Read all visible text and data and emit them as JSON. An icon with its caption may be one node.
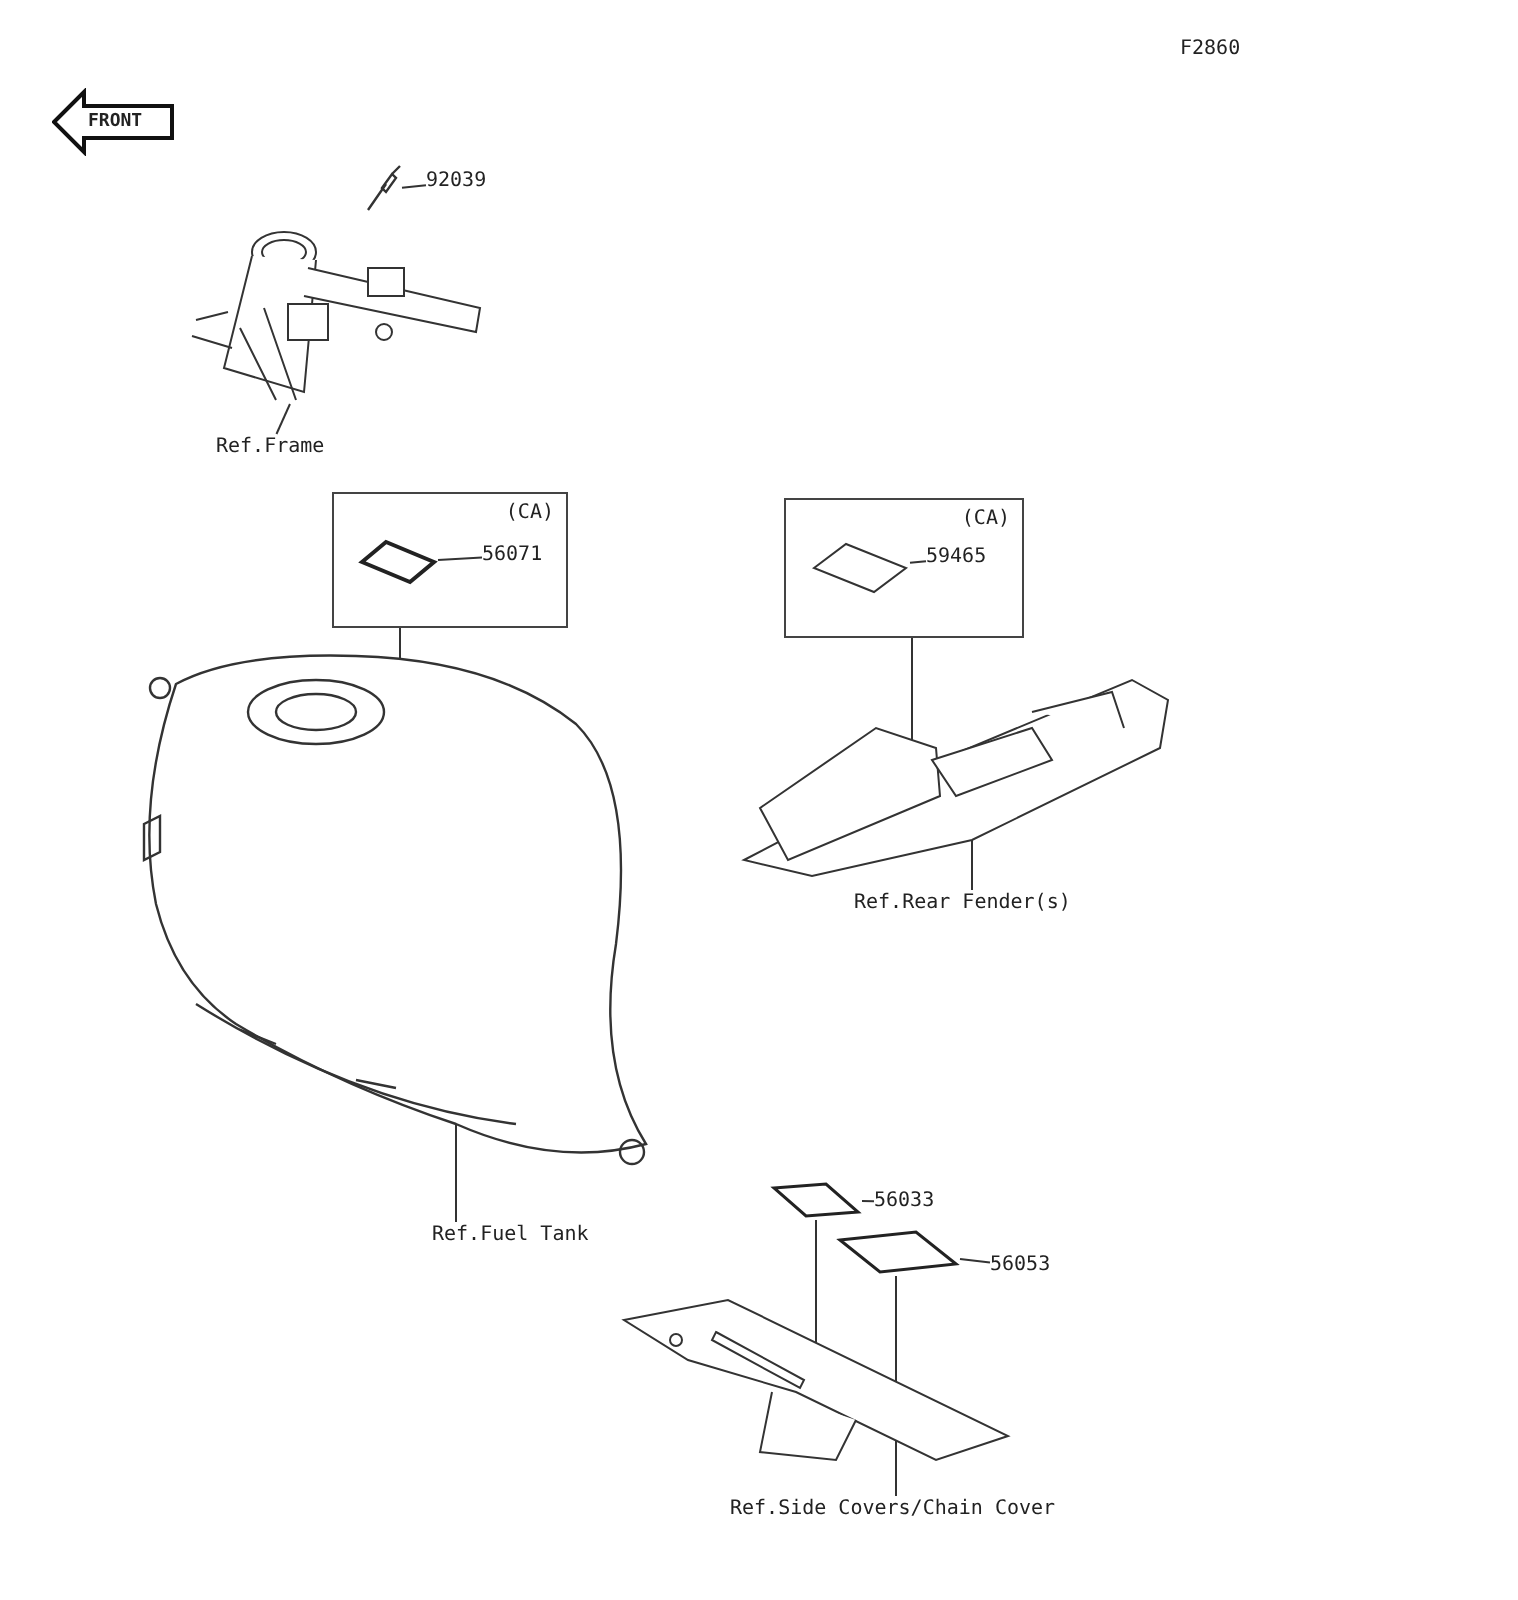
{
  "diagram": {
    "nodes": [
      {
        "text": [
          "92039"
        ]
      },
      {
        "text": [],
        "shape": "picture"
      },
      {
        "text": [
          "Ref.Frame"
        ]
      },
      {
        "text": [],
        "shape": "picture"
      },
      {
        "text": [
          "(CA)"
        ]
      },
      {
        "text": [
          "56071"
        ],
        "in": 4
      },
      {
        "text": [],
        "shape": "picture",
        "in": 4
      },
      {
        "text": [],
        "shape": "picture"
      },
      {
        "text": [
          "Ref.Fuel Tank"
        ]
      },
      {
        "text": [
          "(CA)"
        ]
      },
      {
        "text": [
          "59465"
        ],
        "in": 9
      },
      {
        "text": [],
        "shape": "picture",
        "in": 9
      },
      {
        "text": [],
        "shape": "picture"
      },
      {
        "text": [
          "Ref.Rear Fender(s)"
        ]
      },
      {
        "text": [
          "56033"
        ]
      },
      {
        "text": [],
        "shape": "picture"
      },
      {
        "text": [
          "56053"
        ]
      },
      {
        "text": [],
        "shape": "picture"
      },
      {
        "text": [],
        "shape": "picture"
      },
      {
        "text": [
          "Ref.Side Covers/Chain Cover"
        ]
      }
    ],
    "edges": [
      {
        "from": 0,
        "to": 1,
        "arrow": "none"
      },
      {
        "from": 2,
        "to": 3,
        "arrow": "none"
      },
      {
        "from": 5,
        "to": 6,
        "arrow": "none"
      },
      {
        "from": 4,
        "to": 7,
        "arrow": "none"
      },
      {
        "from": 8,
        "to": 7,
        "arrow": "none"
      },
      {
        "from": 10,
        "to": 11,
        "arrow": "none"
      },
      {
        "from": 9,
        "to": 12,
        "arrow": "none"
      },
      {
        "from": 13,
        "to": 12,
        "arrow": "none"
      },
      {
        "from": 14,
        "to": 15,
        "arrow": "none"
      },
      {
        "from": 16,
        "to": 17,
        "arrow": "none"
      },
      {
        "from": 15,
        "to": 18,
        "arrow": "none"
      },
      {
        "from": 17,
        "to": 18,
        "arrow": "none"
      },
      {
        "from": 19,
        "to": 18,
        "arrow": "none"
      }
    ],
    "labels": [
      "F2860",
      "FRONT"
    ]
  }
}
